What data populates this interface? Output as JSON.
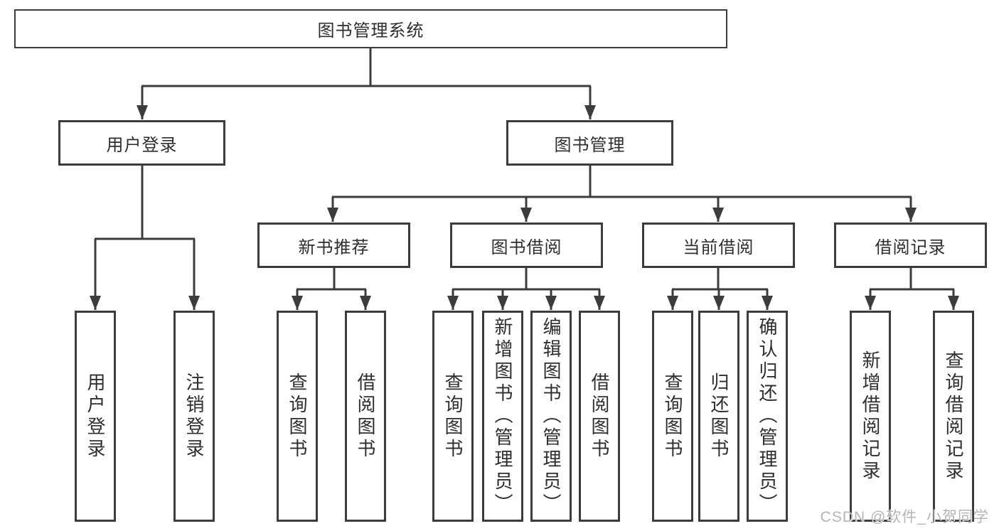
{
  "colors": {
    "line": "#3c3c3c",
    "text": "#2e2e2e",
    "watermark": "#b5b5b5",
    "bg": "#ffffff"
  },
  "watermark": {
    "text": "CSDN @软件_小贺同学"
  },
  "nodes": {
    "root": {
      "label": "图书管理系统"
    },
    "userLogin": {
      "label": "用户登录"
    },
    "bookMgmt": {
      "label": "图书管理"
    },
    "newBooks": {
      "label": "新书推荐"
    },
    "bookBorrow": {
      "label": "图书借阅"
    },
    "currentBorrow": {
      "label": "当前借阅"
    },
    "borrowRecords": {
      "label": "借阅记录"
    },
    "leafUserLogin": {
      "label": "用户登录"
    },
    "leafLogout": {
      "label": "注销登录"
    },
    "leafNewQuery": {
      "label": "查询图书"
    },
    "leafNewBorrow": {
      "label": "借阅图书"
    },
    "leafBbQuery": {
      "label": "查询图书"
    },
    "leafBbAdd": {
      "label": "新增图书（管理员）"
    },
    "leafBbEdit": {
      "label": "编辑图书（管理员）"
    },
    "leafBbBorrow": {
      "label": "借阅图书"
    },
    "leafCbQuery": {
      "label": "查询图书"
    },
    "leafCbReturn": {
      "label": "归还图书"
    },
    "leafCbConfirm": {
      "label": "确认归还（管理员）"
    },
    "leafBrAdd": {
      "label": "新增借阅记录"
    },
    "leafBrQuery": {
      "label": "查询借阅记录"
    }
  }
}
